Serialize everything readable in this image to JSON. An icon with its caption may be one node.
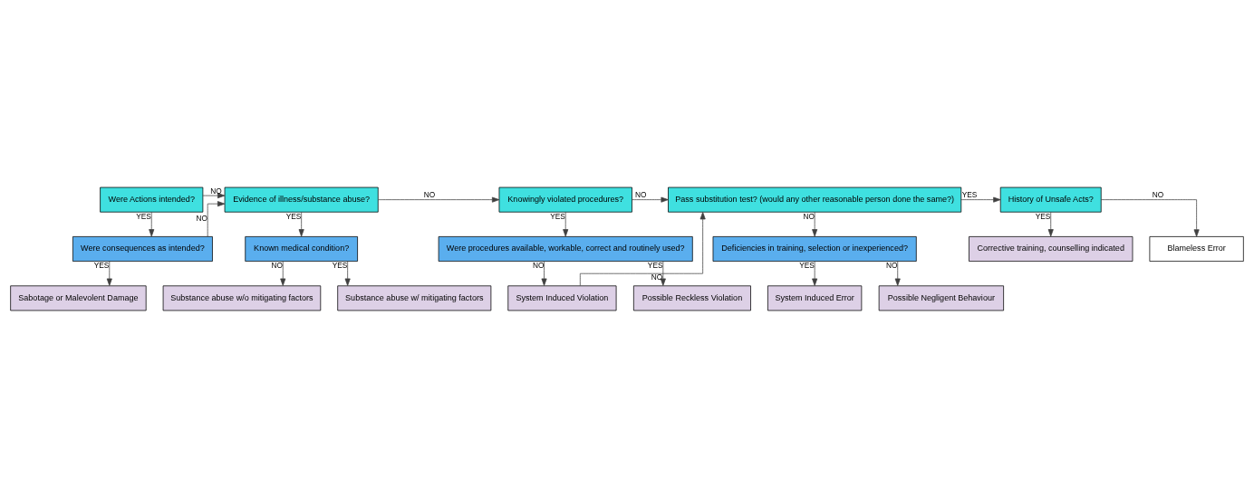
{
  "diagram": {
    "nodes": [
      {
        "text": [
          "Were Actions intended?"
        ]
      },
      {
        "text": [
          "Evidence of illness/substance abuse?"
        ]
      },
      {
        "text": [
          "Knowingly violated procedures?"
        ]
      },
      {
        "text": [
          "Pass substitution test? (would any other reasonable person done the same?)"
        ]
      },
      {
        "text": [
          "History of Unsafe Acts?"
        ]
      },
      {
        "text": [
          "Were consequences as intended?"
        ]
      },
      {
        "text": [
          "Known medical condition?"
        ]
      },
      {
        "text": [
          "Were procedures available, workable, correct and routinely used?"
        ]
      },
      {
        "text": [
          "Deficiencies in training, selection or inexperienced?"
        ]
      },
      {
        "text": [
          "Substance abuse w/o mitigating factors"
        ]
      },
      {
        "text": [
          "Substance abuse w/ mitigating factors"
        ]
      },
      {
        "text": [
          "System Induced Violation"
        ]
      },
      {
        "text": [
          "Corrective training, counselling indicated"
        ]
      },
      {
        "text": [
          "Sabotage or Malevolent Damage"
        ]
      },
      {
        "text": [
          "Possible Reckless Violation"
        ]
      },
      {
        "text": [
          "System Induced Error"
        ]
      },
      {
        "text": [
          "Possible Negligent Behaviour"
        ]
      },
      {
        "text": [
          "Blameless Error"
        ]
      }
    ],
    "edges": [
      {
        "from": 0,
        "to": 1,
        "arrow": "to",
        "label": "NO"
      },
      {
        "from": 1,
        "to": 2,
        "arrow": "to",
        "label": "NO"
      },
      {
        "from": 2,
        "to": 3,
        "arrow": "to",
        "label": "NO"
      },
      {
        "from": 3,
        "to": 4,
        "arrow": "to",
        "label": "YES"
      },
      {
        "from": 0,
        "to": 5,
        "arrow": "to",
        "label": "YES"
      },
      {
        "from": 5,
        "to": 1,
        "arrow": "to",
        "label": "NO"
      },
      {
        "from": 1,
        "to": 6,
        "arrow": "to",
        "label": "YES"
      },
      {
        "from": 2,
        "to": 7,
        "arrow": "to",
        "label": "YES"
      },
      {
        "from": 3,
        "to": 8,
        "arrow": "to",
        "label": "NO"
      },
      {
        "from": 6,
        "to": 9,
        "arrow": "to",
        "label": "NO"
      },
      {
        "from": 6,
        "to": 10,
        "arrow": "to",
        "label": "YES"
      },
      {
        "from": 5,
        "to": 13,
        "arrow": "to",
        "label": "YES"
      },
      {
        "from": 7,
        "to": 14,
        "arrow": "to",
        "label": "YES"
      },
      {
        "from": 7,
        "to": 11,
        "arrow": "to",
        "label": "NO"
      },
      {
        "from": 11,
        "to": 3,
        "arrow": "to",
        "label": "NO"
      },
      {
        "from": 8,
        "to": 16,
        "arrow": "to",
        "label": "NO"
      },
      {
        "from": 8,
        "to": 15,
        "arrow": "to",
        "label": "YES"
      },
      {
        "from": 4,
        "to": 12,
        "arrow": "to",
        "label": "YES"
      },
      {
        "from": 4,
        "to": 17,
        "arrow": "to",
        "label": "NO"
      }
    ]
  }
}
